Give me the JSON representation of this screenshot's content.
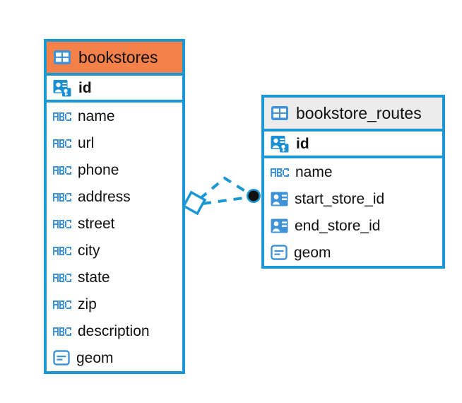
{
  "diagram": {
    "type": "entity-relationship-diagram",
    "background_color": "#FFFFFF",
    "accent_color": "#1B97D4",
    "highlight_color": "#F5814A",
    "entities": [
      {
        "name": "bookstores",
        "header_style": "accent-orange",
        "table_icon": "table-icon",
        "fields": [
          {
            "label": "id",
            "icon": "primary-key-icon",
            "kind": "pk"
          },
          {
            "label": "name",
            "icon": "abc-text-icon",
            "kind": "text"
          },
          {
            "label": "url",
            "icon": "abc-text-icon",
            "kind": "text"
          },
          {
            "label": "phone",
            "icon": "abc-text-icon",
            "kind": "text"
          },
          {
            "label": "address",
            "icon": "abc-text-icon",
            "kind": "text"
          },
          {
            "label": "street",
            "icon": "abc-text-icon",
            "kind": "text"
          },
          {
            "label": "city",
            "icon": "abc-text-icon",
            "kind": "text"
          },
          {
            "label": "state",
            "icon": "abc-text-icon",
            "kind": "text"
          },
          {
            "label": "zip",
            "icon": "abc-text-icon",
            "kind": "text"
          },
          {
            "label": "description",
            "icon": "abc-text-icon",
            "kind": "text"
          },
          {
            "label": "geom",
            "icon": "geometry-icon",
            "kind": "geometry"
          }
        ]
      },
      {
        "name": "bookstore_routes",
        "header_style": "accent-gray",
        "table_icon": "table-icon",
        "fields": [
          {
            "label": "id",
            "icon": "primary-key-icon",
            "kind": "pk"
          },
          {
            "label": "name",
            "icon": "abc-text-icon",
            "kind": "text"
          },
          {
            "label": "start_store_id",
            "icon": "foreign-key-icon",
            "kind": "fk"
          },
          {
            "label": "end_store_id",
            "icon": "foreign-key-icon",
            "kind": "fk"
          },
          {
            "label": "geom",
            "icon": "geometry-icon",
            "kind": "geometry"
          }
        ]
      }
    ],
    "relationship": {
      "source_entity": "bookstores",
      "target_entity": "bookstore_routes",
      "line_style": "dashed",
      "line_color": "#1B97D4",
      "source_marker": "diamond-marker",
      "target_marker": "filled-circle-marker",
      "branch_count": 2
    }
  }
}
